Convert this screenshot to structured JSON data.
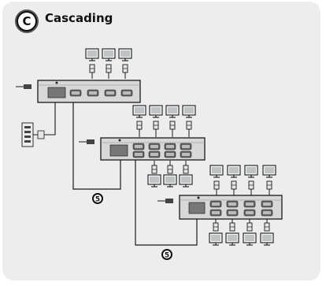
{
  "header": {
    "badge_letter": "C",
    "title": "Cascading"
  },
  "callouts": {
    "cable_number_1": "5",
    "cable_number_2": "5"
  },
  "colors": {
    "panel": "#ededee",
    "line": "#1a1a1a",
    "device": "#d8d8d8",
    "port": "#555555",
    "monitor_screen": "#bfc3c4"
  }
}
